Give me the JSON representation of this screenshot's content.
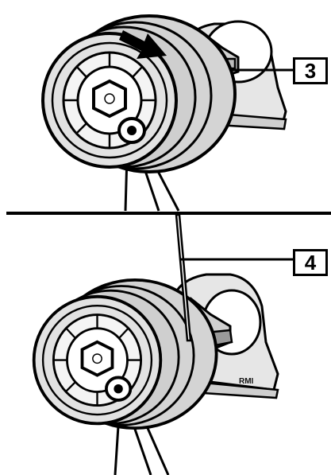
{
  "callouts": {
    "top": "3",
    "bottom": "4"
  },
  "watermark": "RMI",
  "colors": {
    "line": "#000000",
    "part_fill": "#d8d8d8",
    "shadow_fill": "#b5b5b5",
    "background": "#ffffff"
  }
}
